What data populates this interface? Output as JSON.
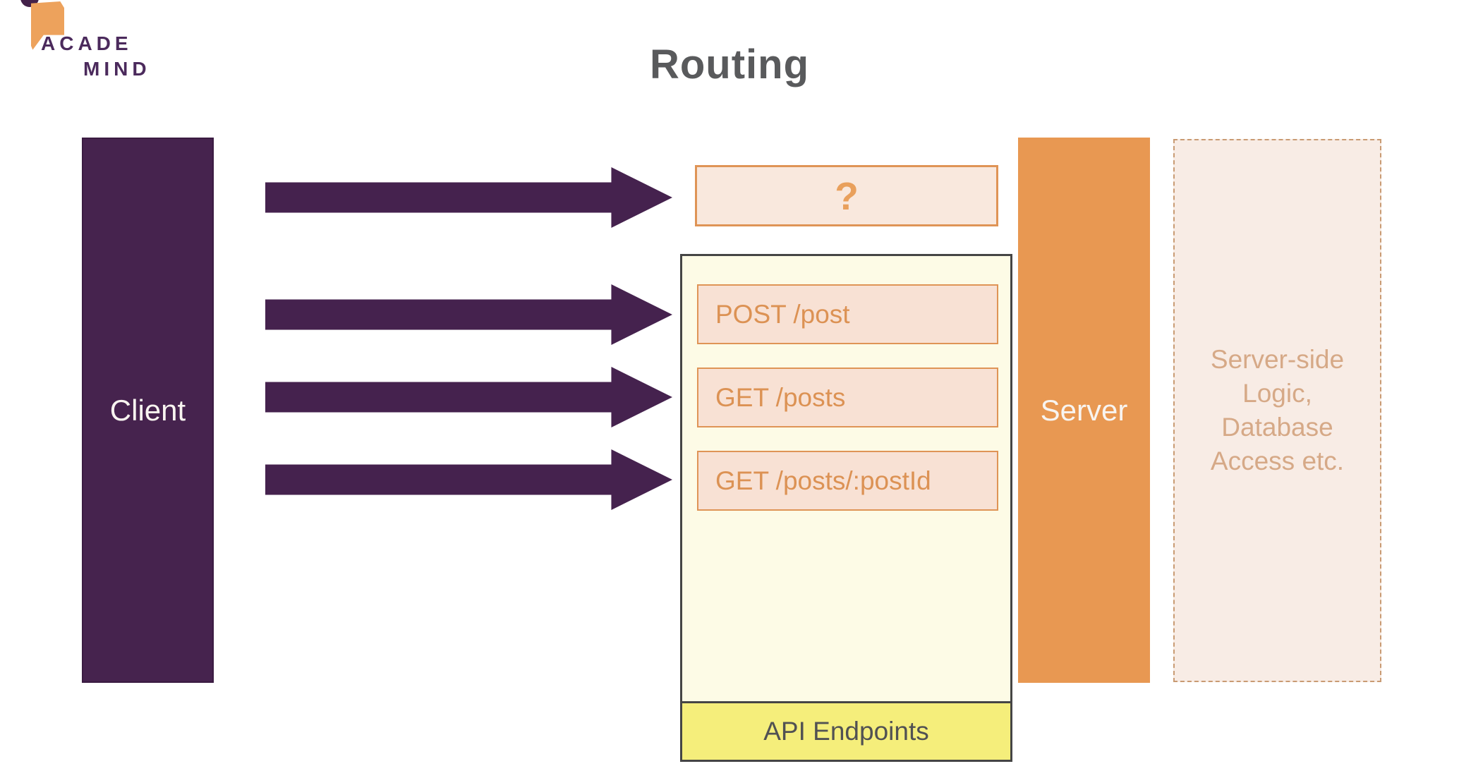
{
  "logo": {
    "line1": "ACADE",
    "line2": "MIND"
  },
  "title": "Routing",
  "client": {
    "label": "Client"
  },
  "server": {
    "label": "Server"
  },
  "question_box": {
    "label": "?"
  },
  "api": {
    "endpoints": [
      {
        "label": "POST /post"
      },
      {
        "label": "GET /posts"
      },
      {
        "label": "GET /posts/:postId"
      }
    ],
    "footer_label": "API Endpoints"
  },
  "server_side": {
    "label": "Server-side\nLogic,\nDatabase\nAccess etc."
  },
  "colors": {
    "purple": "#46234e",
    "arrow_purple": "#45224e",
    "logo_purple": "#4b2a5c",
    "server_orange": "#e89852",
    "logo_orange": "#eda25c",
    "question_box_bg": "#f9e8dd",
    "endpoint_bg": "#f8e1d4",
    "orange_border": "#df9456",
    "orange_text": "#dc9254",
    "api_container_bg": "#fdfbe6",
    "api_container_border": "#454545",
    "api_footer_yellow": "#f5ee7b",
    "dashed_box_bg": "#f8ece5",
    "dashed_border": "#c99b73",
    "dashed_text": "#d6a987",
    "title_gray": "#595a5c"
  }
}
